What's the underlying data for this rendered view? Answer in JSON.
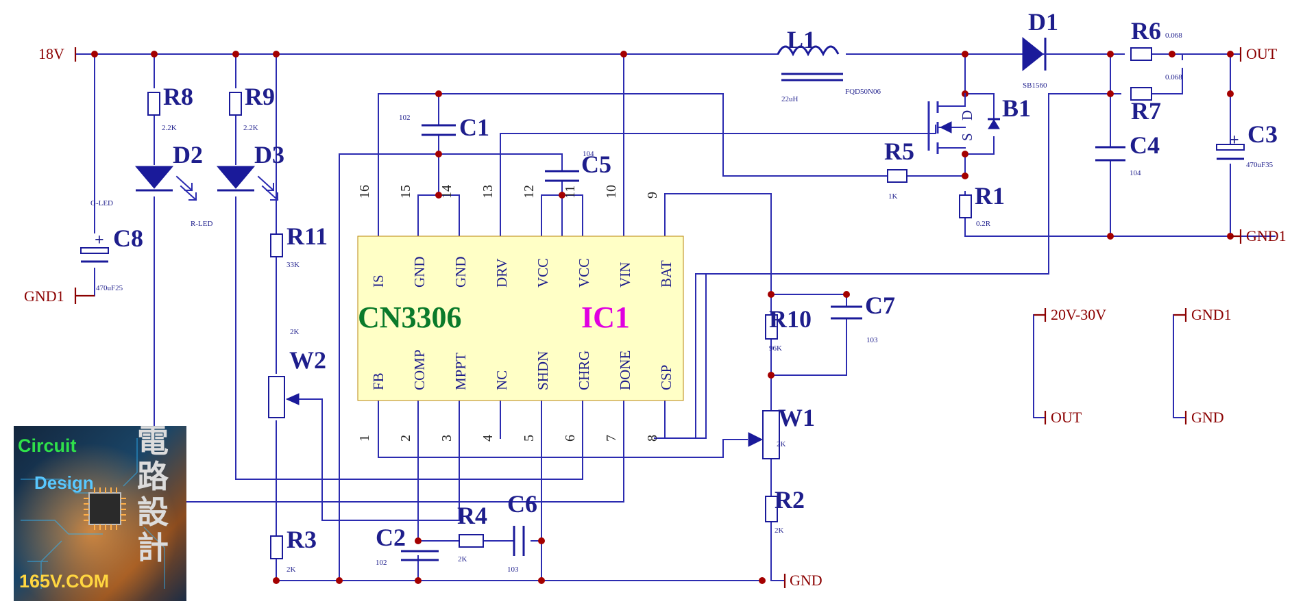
{
  "schematic": {
    "ic": {
      "ref": "IC1",
      "part": "CN3306",
      "top_pins": [
        {
          "num": "16",
          "name": "IS"
        },
        {
          "num": "15",
          "name": "GND"
        },
        {
          "num": "14",
          "name": "GND"
        },
        {
          "num": "13",
          "name": "DRV"
        },
        {
          "num": "12",
          "name": "VCC"
        },
        {
          "num": "11",
          "name": "VCC"
        },
        {
          "num": "10",
          "name": "VIN"
        },
        {
          "num": "9",
          "name": "BAT"
        }
      ],
      "bottom_pins": [
        {
          "num": "1",
          "name": "FB"
        },
        {
          "num": "2",
          "name": "COMP"
        },
        {
          "num": "3",
          "name": "MPPT"
        },
        {
          "num": "4",
          "name": "NC"
        },
        {
          "num": "5",
          "name": "SHDN"
        },
        {
          "num": "6",
          "name": "CHRG"
        },
        {
          "num": "7",
          "name": "DONE"
        },
        {
          "num": "8",
          "name": "CSP"
        }
      ]
    },
    "nets": {
      "v18": "18V",
      "gnd1_left": "GND1",
      "out": "OUT",
      "gnd1_right": "GND1",
      "gnd": "GND",
      "conn1_top": "20V-30V",
      "conn1_bottom": "OUT",
      "conn2_top": "GND1",
      "conn2_bottom": "GND"
    },
    "components": {
      "L1": {
        "ref": "L1",
        "value": "22uH"
      },
      "D1": {
        "ref": "D1",
        "value": "SB1560"
      },
      "R6": {
        "ref": "R6",
        "value": "0.068"
      },
      "R7": {
        "ref": "R7",
        "value": "0.068"
      },
      "B1": {
        "ref": "B1",
        "value": "FQD50N06",
        "pin_s": "S",
        "pin_d": "D"
      },
      "R5": {
        "ref": "R5",
        "value": "1K"
      },
      "R1": {
        "ref": "R1",
        "value": "0.2R"
      },
      "C4": {
        "ref": "C4",
        "value": "104"
      },
      "C3": {
        "ref": "C3",
        "value": "470uF35"
      },
      "R8": {
        "ref": "R8",
        "value": "2.2K"
      },
      "R9": {
        "ref": "R9",
        "value": "2.2K"
      },
      "D2": {
        "ref": "D2",
        "label": "G-LED"
      },
      "D3": {
        "ref": "D3",
        "label": "R-LED"
      },
      "C8": {
        "ref": "C8",
        "value": "470uF25"
      },
      "C1": {
        "ref": "C1",
        "value": "102"
      },
      "C5": {
        "ref": "C5",
        "value": "104"
      },
      "R11": {
        "ref": "R11",
        "value": "33K"
      },
      "W2": {
        "ref": "W2",
        "value": "2K"
      },
      "R3": {
        "ref": "R3",
        "value": "2K"
      },
      "C2": {
        "ref": "C2",
        "value": "102"
      },
      "R4": {
        "ref": "R4",
        "value": "2K"
      },
      "C6": {
        "ref": "C6",
        "value": "103"
      },
      "R10": {
        "ref": "R10",
        "value": "96K"
      },
      "C7": {
        "ref": "C7",
        "value": "103"
      },
      "W1": {
        "ref": "W1",
        "value": "2K"
      },
      "R2": {
        "ref": "R2",
        "value": "2K"
      }
    }
  },
  "logo": {
    "line1": "Circuit",
    "line2": "Design",
    "site": "165V.COM",
    "cn": [
      "電",
      "路",
      "設",
      "計"
    ]
  }
}
